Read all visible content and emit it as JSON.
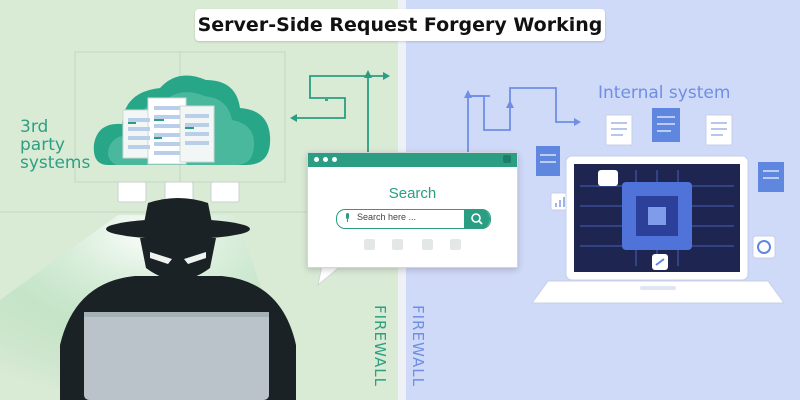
{
  "title": "Server-Side Request Forgery Working",
  "left_panel": {
    "label_lines": [
      "3rd",
      "party",
      "systems"
    ],
    "firewall_label": "FIREWALL"
  },
  "right_panel": {
    "label": "Internal system",
    "firewall_label": "FIREWALL"
  },
  "search_window": {
    "heading": "Search",
    "placeholder": "Search here ..."
  },
  "icons": [
    "cloud-icon",
    "server-rack-icon",
    "hacker-icon",
    "laptop-icon",
    "search-icon",
    "microphone-icon",
    "document-icon",
    "chip-icon",
    "gear-icon",
    "link-icon",
    "chart-icon",
    "browser-window-icon"
  ],
  "colors": {
    "left_background": "#d9ead5",
    "right_background": "#cfd9f8",
    "accent_green": "#2a9d83",
    "accent_blue": "#6f8ee4",
    "laptop_screen": "#1e2550"
  }
}
